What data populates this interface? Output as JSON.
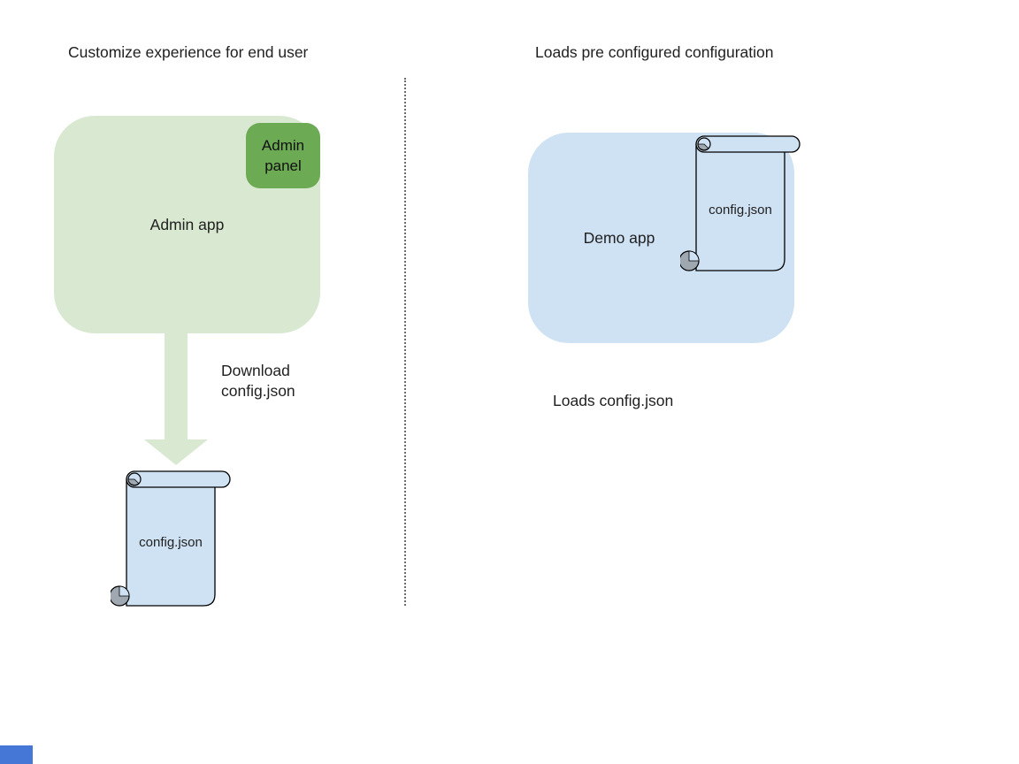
{
  "canvas": {
    "background": "#ffffff"
  },
  "left_section": {
    "title": "Customize experience for end user",
    "admin_app": {
      "label": "Admin app",
      "fill": "#d9e8d0"
    },
    "admin_panel": {
      "label": "Admin panel",
      "fill": "#6caa53"
    },
    "download_arrow": {
      "label": "Download config.json",
      "fill": "#d9e8d0"
    },
    "config_file": {
      "label": "config.json",
      "fill": "#cfe2f3",
      "curl_fill": "#9fa8b0",
      "outline": "#000000"
    }
  },
  "right_section": {
    "title": "Loads pre configured configuration",
    "demo_app": {
      "label": "Demo app",
      "fill": "#cfe2f3"
    },
    "config_file": {
      "label": "config.json",
      "fill": "#cfe2f3",
      "curl_fill": "#9fa8b0",
      "outline": "#000000"
    },
    "caption": "Loads config.json"
  },
  "divider": {
    "style": "dotted",
    "color": "#6b6b6b"
  },
  "corner_marker": {
    "color": "#4577d6"
  }
}
